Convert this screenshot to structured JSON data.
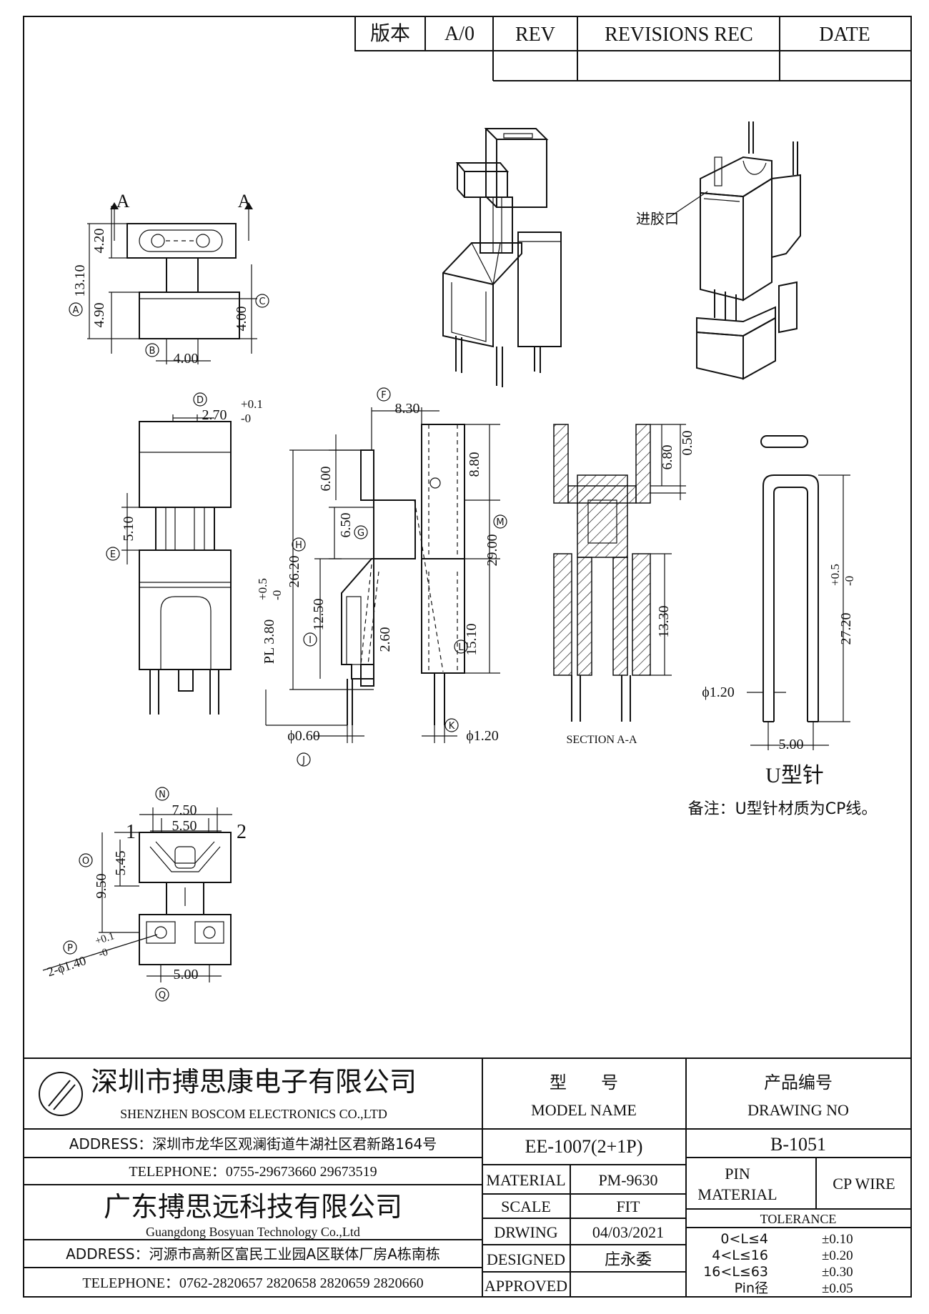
{
  "revision_block": {
    "version_label": "版本",
    "version_value": "A/0",
    "rev_header": "REV",
    "revisions_header": "REVISIONS REC",
    "date_header": "DATE"
  },
  "top_view": {
    "section_mark_left": "A",
    "section_mark_right": "A",
    "dim_4_20": "4.20",
    "dim_13_10": "13.10",
    "dim_4_90": "4.90",
    "dim_4_00_h": "4.00",
    "dim_4_00_w": "4.00",
    "tag_A": "A",
    "tag_B": "B",
    "tag_C": "C"
  },
  "iso_labels": {
    "gate_label": "进胶口"
  },
  "front_view": {
    "tag_D": "D",
    "dim_2_70": "2.70",
    "tol_plus": "+0.1",
    "tol_minus": "-0",
    "tag_E": "E",
    "dim_5_10": "5.10"
  },
  "side_view": {
    "tag_F": "F",
    "dim_8_30": "8.30",
    "dim_6_00": "6.00",
    "dim_6_50": "6.50",
    "tag_G": "G",
    "dim_26_20": "26.20",
    "tag_H": "H",
    "dim_12_50": "12.50",
    "tag_I": "I",
    "dim_2_60": "2.60",
    "dim_pl": "PL 3.80",
    "tol_pl_plus": "+0.5",
    "tol_pl_minus": "-0",
    "dim_8_80": "8.80",
    "dim_29_00": "29.00",
    "tag_M": "M",
    "dim_15_10": "15.10",
    "tag_L": "L",
    "dim_phi_060": "ϕ0.60",
    "tag_J": "J",
    "dim_phi_120": "ϕ1.20",
    "tag_K": "K"
  },
  "section_view": {
    "title": "SECTION A-A",
    "dim_6_80": "6.80",
    "dim_0_50": "0.50",
    "dim_13_30": "13.30"
  },
  "u_pin": {
    "dim_27_20": "27.20",
    "tol_plus": "+0.5",
    "tol_minus": "-0",
    "dim_phi_120": "ϕ1.20",
    "dim_5_00": "5.00",
    "title": "U型针",
    "note": "备注：U型针材质为CP线。"
  },
  "bottom_view": {
    "tag_N": "N",
    "dim_7_50": "7.50",
    "dim_5_50": "5.50",
    "pin1": "1",
    "pin2": "2",
    "tag_O": "O",
    "dim_9_50": "9.50",
    "dim_5_45": "5.45",
    "tag_P": "P",
    "dim_hole": "2-ϕ1.40",
    "tol_plus": "+0.1",
    "tol_minus": "-0",
    "dim_5_00": "5.00",
    "tag_Q": "Q"
  },
  "title_block": {
    "company_cn_1": "深圳市搏思康电子有限公司",
    "company_en_1": "SHENZHEN BOSCOM ELECTRONICS CO.,LTD",
    "address_1": "ADDRESS：深圳市龙华区观澜街道牛湖社区君新路164号",
    "telephone_1": "TELEPHONE：0755-29673660 29673519",
    "company_cn_2": "广东搏思远科技有限公司",
    "company_en_2": "Guangdong Bosyuan Technology Co.,Ltd",
    "address_2": "ADDRESS：河源市高新区富民工业园A区联体厂房A栋南栋",
    "telephone_2": "TELEPHONE：0762-2820657 2820658 2820659 2820660",
    "model_label_cn": "型　　号",
    "model_label_en": "MODEL NAME",
    "model_value": "EE-1007(2+1P)",
    "drawing_no_label_cn": "产品编号",
    "drawing_no_label_en": "DRAWING NO",
    "drawing_no_value": "B-1051",
    "material_label": "MATERIAL",
    "material_value": "PM-9630",
    "scale_label": "SCALE",
    "scale_value": "FIT",
    "drawing_label": "DRWING",
    "drawing_value": "04/03/2021",
    "designed_label": "DESIGNED",
    "designed_value": "庄永委",
    "approved_label": "APPROVED",
    "pin_material_label_1": "PIN",
    "pin_material_label_2": "MATERIAL",
    "pin_material_value": "CP WIRE",
    "tolerance_label": "TOLERANCE",
    "tolerances": [
      {
        "range": "0<L≤4",
        "value": "±0.10"
      },
      {
        "range": "4<L≤16",
        "value": "±0.20"
      },
      {
        "range": "16<L≤63",
        "value": "±0.30"
      },
      {
        "range": "Pin径",
        "value": "±0.05"
      }
    ]
  }
}
